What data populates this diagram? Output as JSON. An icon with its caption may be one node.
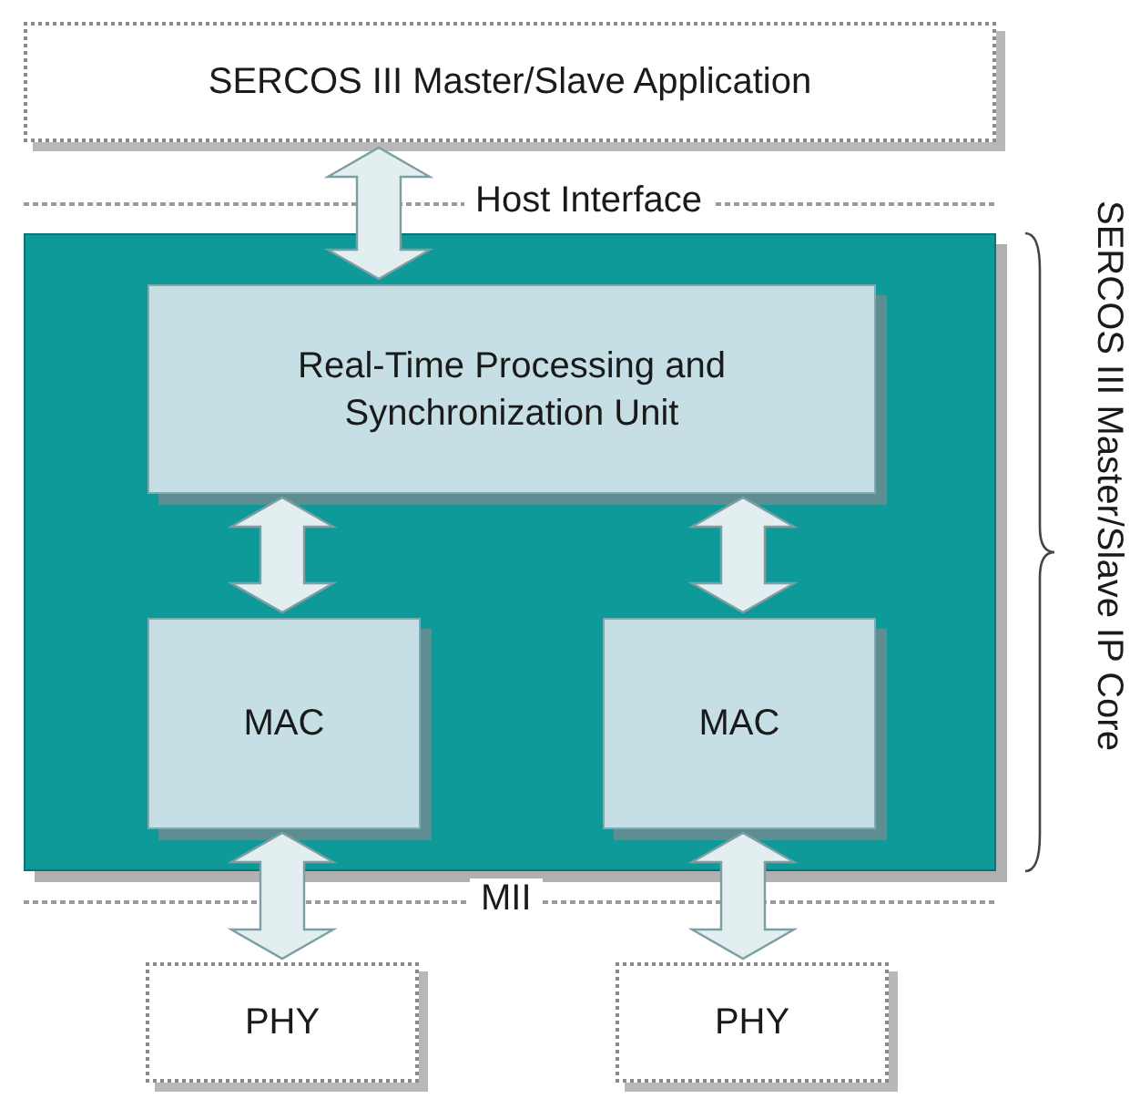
{
  "diagram": {
    "nodes": [
      {
        "text": [
          "SERCOS III Master/Slave Application"
        ]
      },
      {
        "text": [],
        "shape": "box",
        "beside": [
          "SERCOS III Master/Slave IP Core"
        ]
      },
      {
        "text": [
          "Real-Time Processing and Synchronization Unit"
        ],
        "in": 1
      },
      {
        "text": [
          "MAC"
        ],
        "in": 1
      },
      {
        "text": [
          "MAC"
        ],
        "in": 1
      },
      {
        "text": [
          "PHY"
        ]
      },
      {
        "text": [
          "PHY"
        ]
      }
    ],
    "edges": [
      {
        "from": 0,
        "to": 2,
        "arrow": "both"
      },
      {
        "from": 2,
        "to": 3,
        "arrow": "both"
      },
      {
        "from": 2,
        "to": 4,
        "arrow": "both"
      },
      {
        "from": 3,
        "to": 5,
        "arrow": "both"
      },
      {
        "from": 4,
        "to": 6,
        "arrow": "both"
      }
    ],
    "labels": [
      "Host Interface",
      "MII"
    ]
  }
}
